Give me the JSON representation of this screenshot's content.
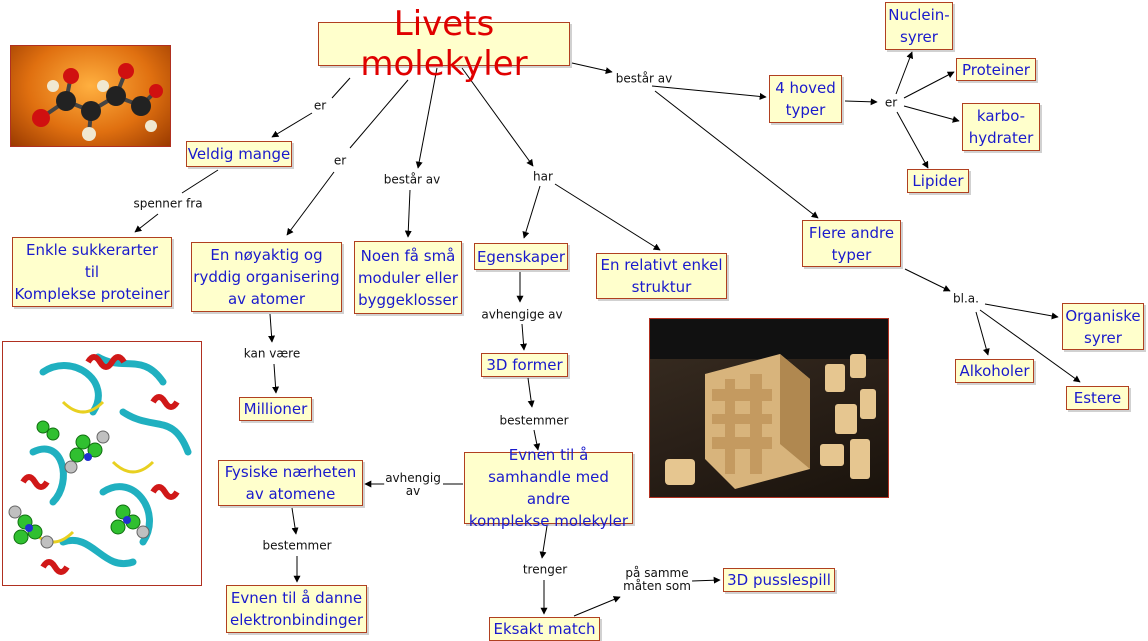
{
  "title": "Livets molekyler",
  "nodes": {
    "veldig": "Veldig mange",
    "enkle": "Enkle sukkerarter\ntil\nKomplekse proteiner",
    "noyaktig": "En nøyaktig og\nryddig organisering\nav atomer",
    "millioner": "Millioner",
    "moduler": "Noen få små\nmoduler eller\nbyggeklosser",
    "egenskaper": "Egenskaper",
    "struktur": "En relativt enkel\nstruktur",
    "former": "3D former",
    "evnen_samhandle": "Evnen til å\nsamhandle med andre\nkomplekse molekyler",
    "fysiske": "Fysiske nærheten\nav atomene",
    "evnen_danne": "Evnen til å danne\nelektronbindinger",
    "eksakt": "Eksakt match",
    "pusle": "3D pusslespill",
    "hoved": "4 hoved\ntyper",
    "nuclein": "Nuclein-\nsyrer",
    "proteiner": "Proteiner",
    "karbo": "karbo-\nhydrater",
    "lipider": "Lipider",
    "flere": "Flere andre\ntyper",
    "organiske": "Organiske\nsyrer",
    "alkoholer": "Alkoholer",
    "estere": "Estere"
  },
  "labels": {
    "er1": "er",
    "spenner": "spenner fra",
    "er2": "er",
    "kan": "kan være",
    "bestar1": "består av",
    "har": "har",
    "avhengige": "avhengige av",
    "bestemmer1": "bestemmer",
    "avhengig": "avhengig\nav",
    "bestemmer2": "bestemmer",
    "trenger": "trenger",
    "samme": "på samme\nmåten som",
    "bestar2": "består av",
    "er3": "er",
    "bla": "bl.a."
  },
  "colors": {
    "node_bg": "#ffffcc",
    "node_border": "#b04020",
    "node_text": "#1a1acc",
    "title_text": "#e00000"
  }
}
